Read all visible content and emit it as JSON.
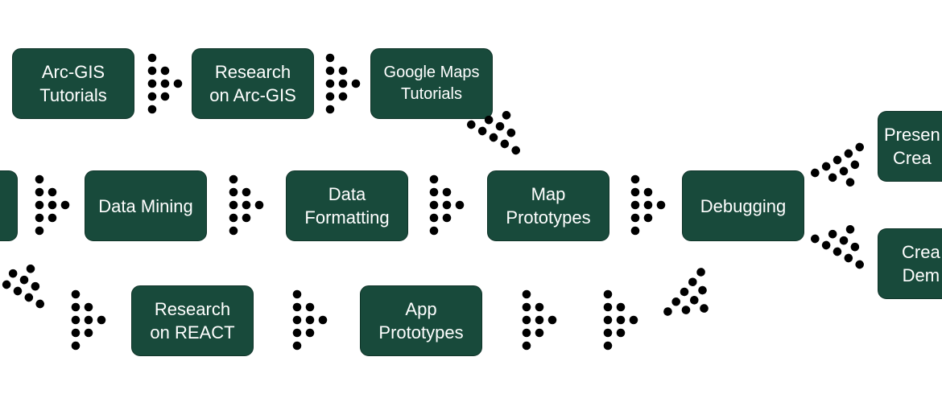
{
  "diagram": {
    "nodes": [
      {
        "id": "arc-gis-tutorials",
        "label": "Arc-GIS\nTutorials"
      },
      {
        "id": "research-arc-gis",
        "label": "Research\non Arc-GIS"
      },
      {
        "id": "google-maps-tutorials",
        "label": "Google Maps\nTutorials"
      },
      {
        "id": "left-partial",
        "label": ""
      },
      {
        "id": "data-mining",
        "label": "Data Mining"
      },
      {
        "id": "data-formatting",
        "label": "Data\nFormatting"
      },
      {
        "id": "map-prototypes",
        "label": "Map\nPrototypes"
      },
      {
        "id": "debugging",
        "label": "Debugging"
      },
      {
        "id": "presentation-creation",
        "label": "Presen\nCrea"
      },
      {
        "id": "create-demo",
        "label": "Crea\nDem"
      },
      {
        "id": "research-react",
        "label": "Research\non REACT"
      },
      {
        "id": "app-prototypes",
        "label": "App\nPrototypes"
      }
    ],
    "arrow_icon": "dotted-arrow-icon",
    "colors": {
      "node_fill": "#184a3b",
      "node_text": "#ffffff",
      "arrow": "#000000",
      "background": "#ffffff"
    }
  }
}
